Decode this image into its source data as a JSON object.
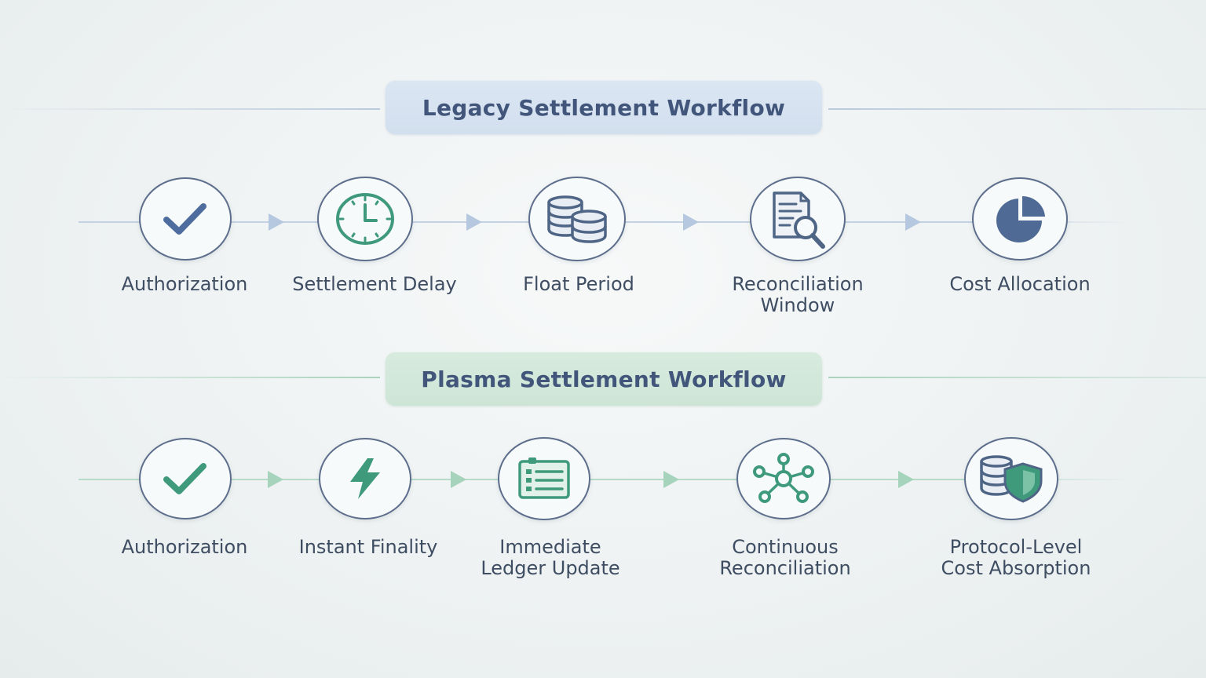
{
  "legacy": {
    "title": "Legacy Settlement Workflow",
    "accent": "#5a7ab0",
    "steps": [
      {
        "label": "Authorization",
        "icon": "checkmark-icon"
      },
      {
        "label": "Settlement Delay",
        "icon": "clock-icon"
      },
      {
        "label": "Float Period",
        "icon": "coin-stack-icon"
      },
      {
        "label_line1": "Reconciliation",
        "label_line2": "Window",
        "icon": "document-search-icon"
      },
      {
        "label": "Cost Allocation",
        "icon": "pie-chart-icon"
      }
    ]
  },
  "plasma": {
    "title": "Plasma Settlement Workflow",
    "accent": "#3f9a7c",
    "steps": [
      {
        "label": "Authorization",
        "icon": "checkmark-icon"
      },
      {
        "label": "Instant Finality",
        "icon": "lightning-icon"
      },
      {
        "label_line1": "Immediate",
        "label_line2": "Ledger Update",
        "icon": "ledger-list-icon"
      },
      {
        "label_line1": "Continuous",
        "label_line2": "Reconciliation",
        "icon": "network-nodes-icon"
      },
      {
        "label_line1": "Protocol-Level",
        "label_line2": "Cost Absorption",
        "icon": "database-shield-icon"
      }
    ]
  }
}
